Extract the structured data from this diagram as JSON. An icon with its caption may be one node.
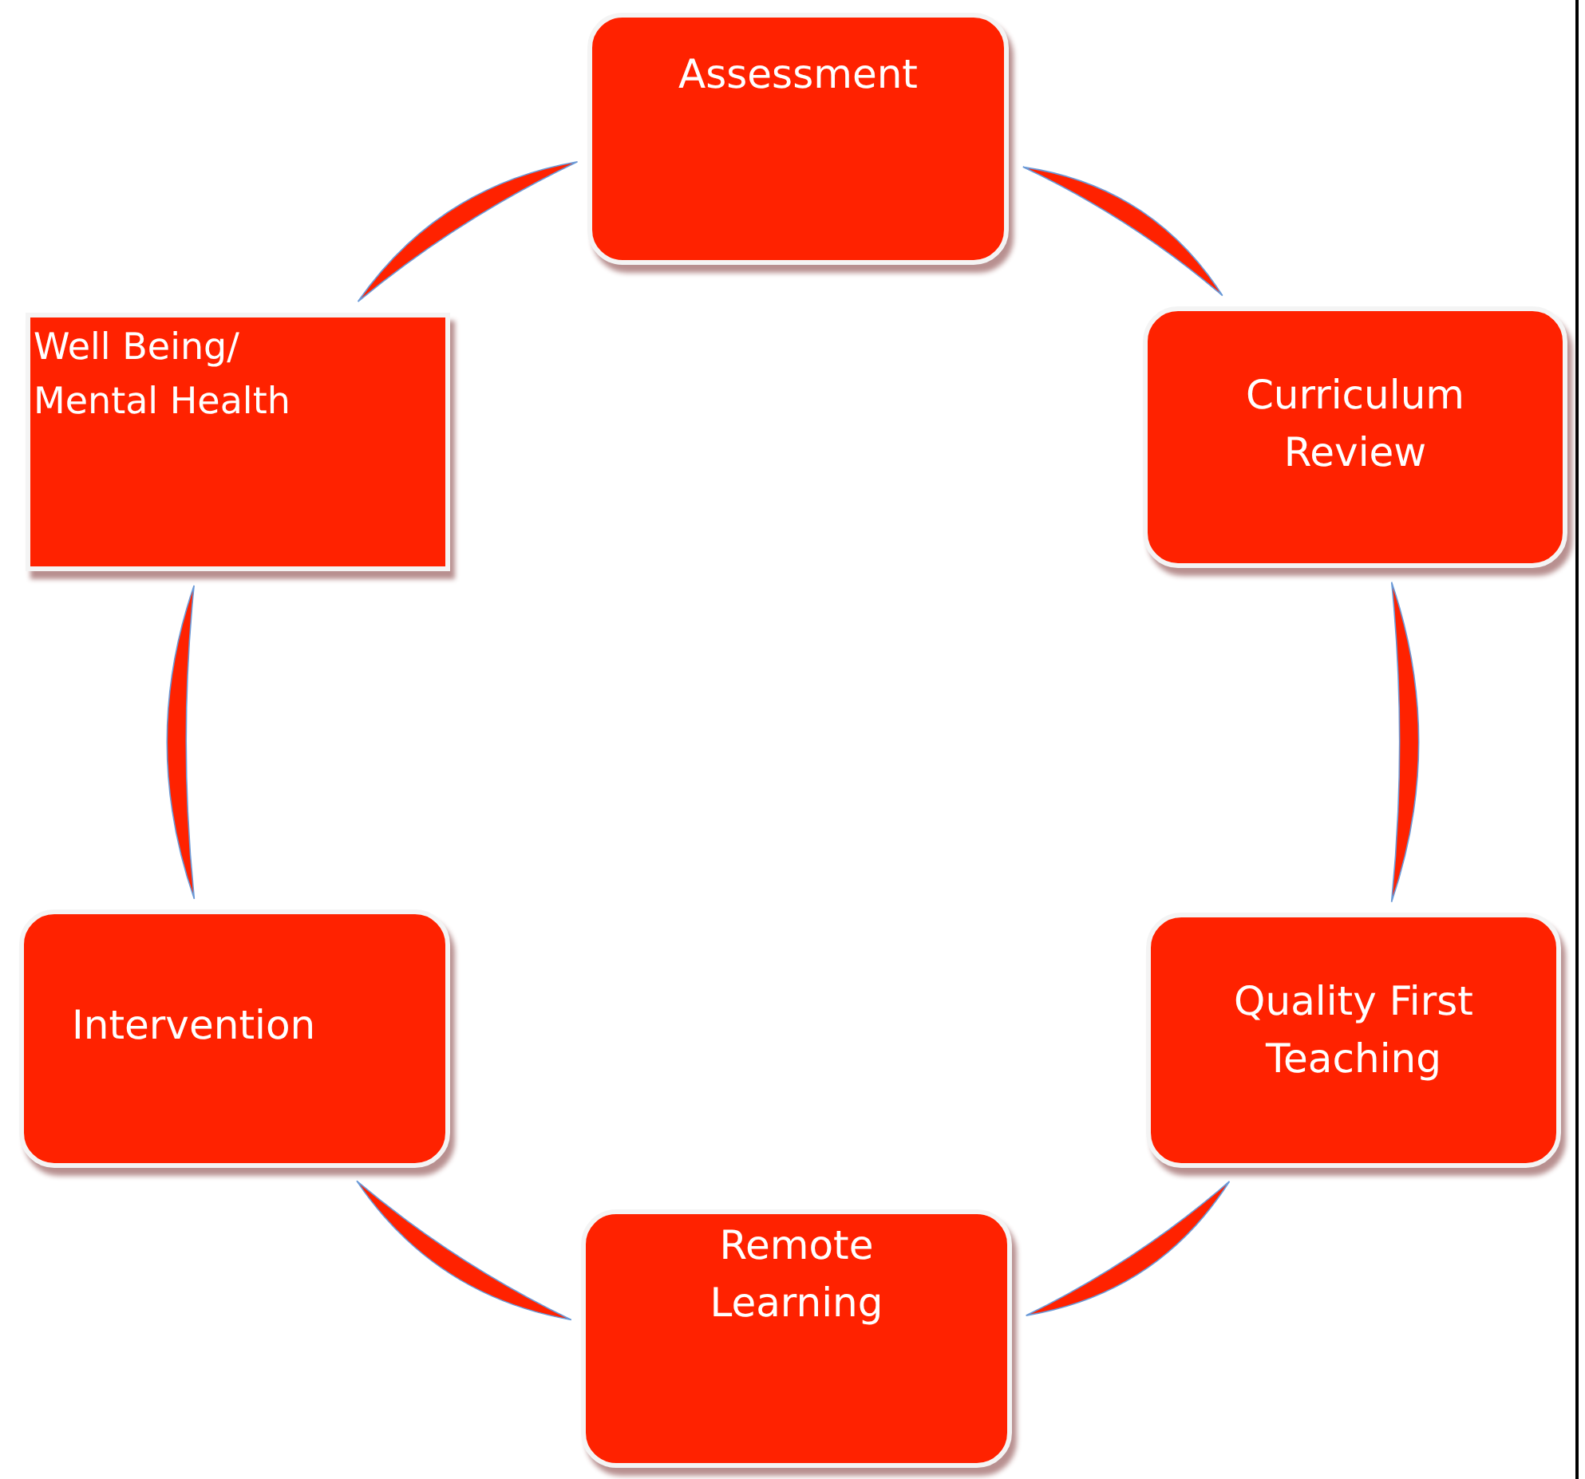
{
  "diagram": {
    "nodes": [
      {
        "text": [
          "Assessment"
        ]
      },
      {
        "text": [
          "Curriculum Review"
        ]
      },
      {
        "text": [
          "Quality First Teaching"
        ]
      },
      {
        "text": [
          "Remote Learning"
        ]
      },
      {
        "text": [
          "Intervention"
        ]
      },
      {
        "text": [
          "Well Being/ Mental Health"
        ]
      }
    ],
    "edges": [
      {
        "from": 0,
        "to": 1,
        "arrow": "none"
      },
      {
        "from": 1,
        "to": 2,
        "arrow": "none"
      },
      {
        "from": 2,
        "to": 3,
        "arrow": "none"
      },
      {
        "from": 3,
        "to": 4,
        "arrow": "none"
      },
      {
        "from": 4,
        "to": 5,
        "arrow": "none"
      },
      {
        "from": 5,
        "to": 0,
        "arrow": "none"
      }
    ]
  }
}
